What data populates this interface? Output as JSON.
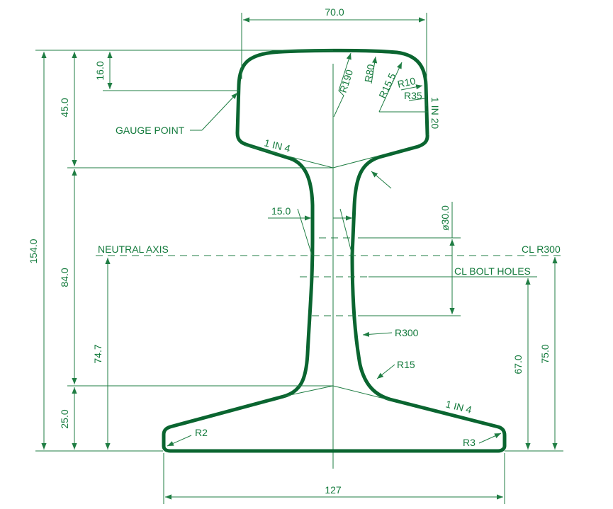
{
  "colors": {
    "profile": "#0a6530",
    "lines": "#1f7d43"
  },
  "dimensions": {
    "head_width": "70.0",
    "base_width": "127",
    "total_height": "154.0",
    "head_depth": "45.0",
    "gauge_depth": "16.0",
    "web_height": "84.0",
    "foot_depth": "25.0",
    "neutral_axis_height": "74.7",
    "bolt_hole_height": "67.0",
    "cl_r300_height": "75.0",
    "web_thickness": "15.0",
    "bolt_hole_dia": "ø30.0"
  },
  "labels": {
    "gauge_point": "GAUGE POINT",
    "neutral_axis": "NEUTRAL AXIS",
    "cl_r300": "CL R300",
    "cl_bolt_holes": "CL BOLT HOLES",
    "slope_head": "1 IN 4",
    "slope_foot": "1 IN 4",
    "side_slope": "1 IN 20",
    "r190": "R190",
    "r80": "R80",
    "r15_5": "R15.5",
    "r10": "R10",
    "r35": "R35",
    "r300": "R300",
    "r15": "R15",
    "r2": "R2",
    "r3": "R3"
  }
}
